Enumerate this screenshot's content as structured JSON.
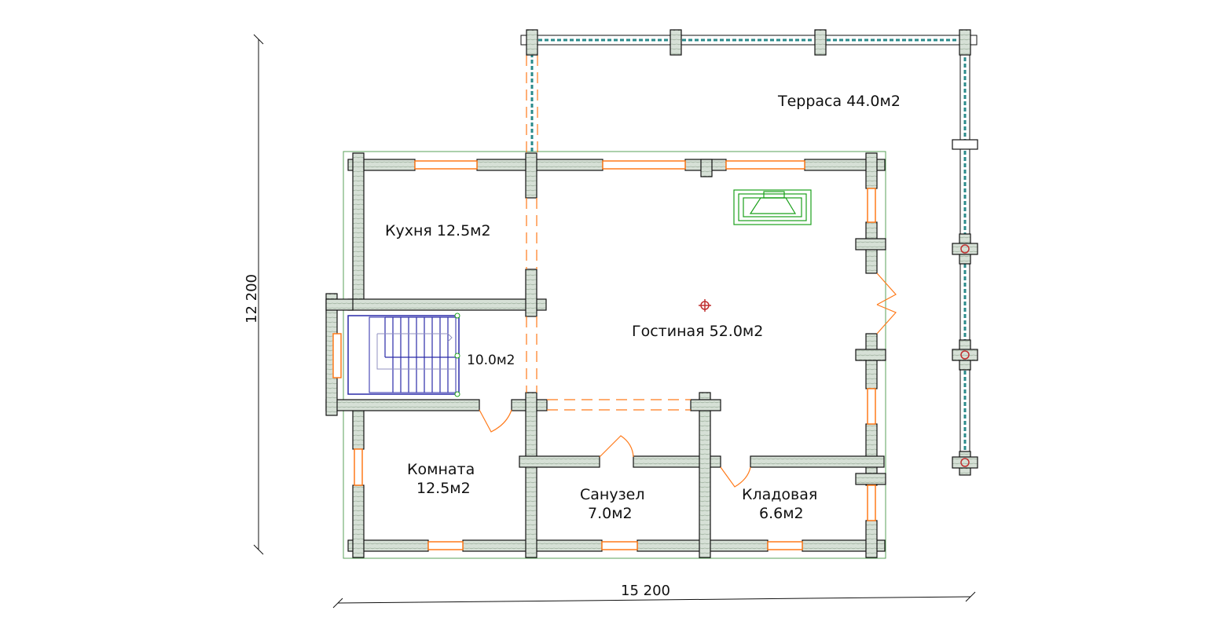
{
  "rooms": {
    "kitchen": "Кухня 12.5м2",
    "hall_stair": "10.0м2",
    "living": "Гостиная 52.0м2",
    "terrace": "Терраса 44.0м2",
    "room_name": "Комната",
    "room_area": "12.5м2",
    "bath_name": "Санузел",
    "bath_area": "7.0м2",
    "storage_name": "Кладовая",
    "storage_area": "6.6м2"
  },
  "dimensions": {
    "width": "15 200",
    "height": "12 200"
  },
  "colors": {
    "wall_fill": "#d2ddd2",
    "wall_stroke": "#111111",
    "window": "#ff7a1a",
    "stair": "#2a2aa8",
    "fireplace": "#1aa01a",
    "terrace_rail": "#2a8a8a",
    "column": "#c03030",
    "outline": "#5aa05a"
  },
  "icons": [
    "stair-icon",
    "fireplace-icon",
    "column-icon",
    "door-swing-icon"
  ]
}
